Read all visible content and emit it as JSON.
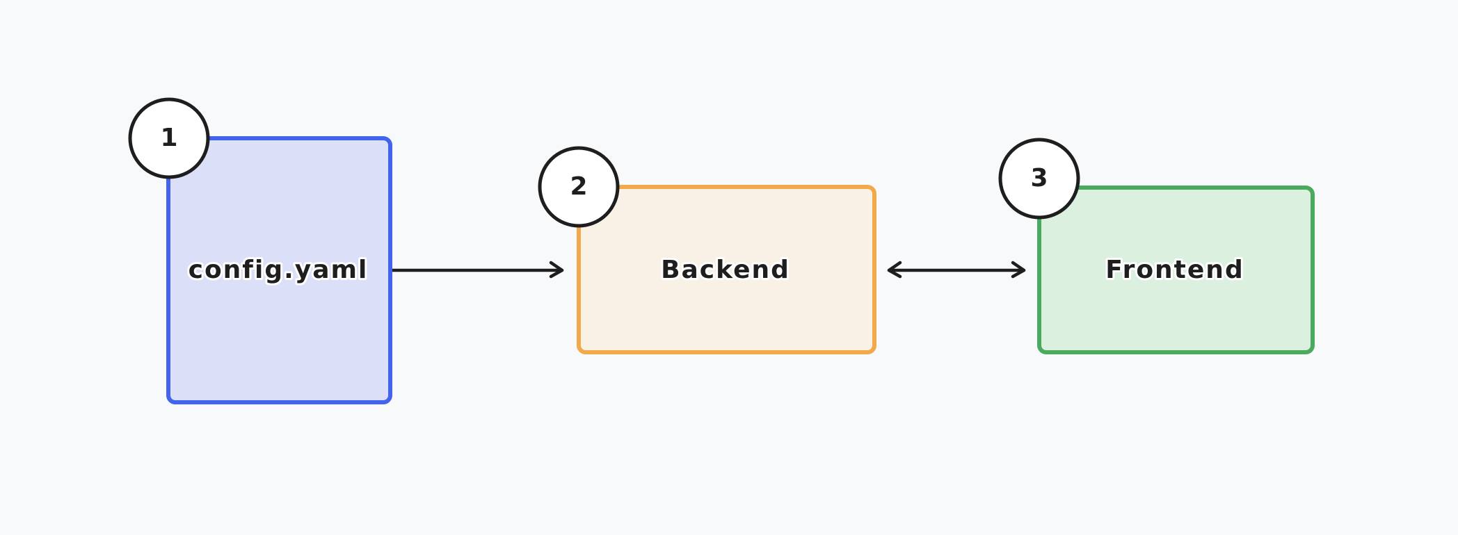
{
  "diagram": {
    "background": "#f8f9fb",
    "nodes": [
      {
        "id": "config",
        "label": "config.yaml",
        "badge": "1",
        "stroke": "#4263eb",
        "fill": "#dbe0f8"
      },
      {
        "id": "backend",
        "label": "Backend",
        "badge": "2",
        "stroke": "#f2a94a",
        "fill": "#f9f0e6"
      },
      {
        "id": "frontend",
        "label": "Frontend",
        "badge": "3",
        "stroke": "#4aaa5e",
        "fill": "#dbf0df"
      }
    ],
    "edges": [
      {
        "from": "config",
        "to": "backend",
        "direction": "forward"
      },
      {
        "from": "backend",
        "to": "frontend",
        "direction": "both"
      }
    ]
  }
}
